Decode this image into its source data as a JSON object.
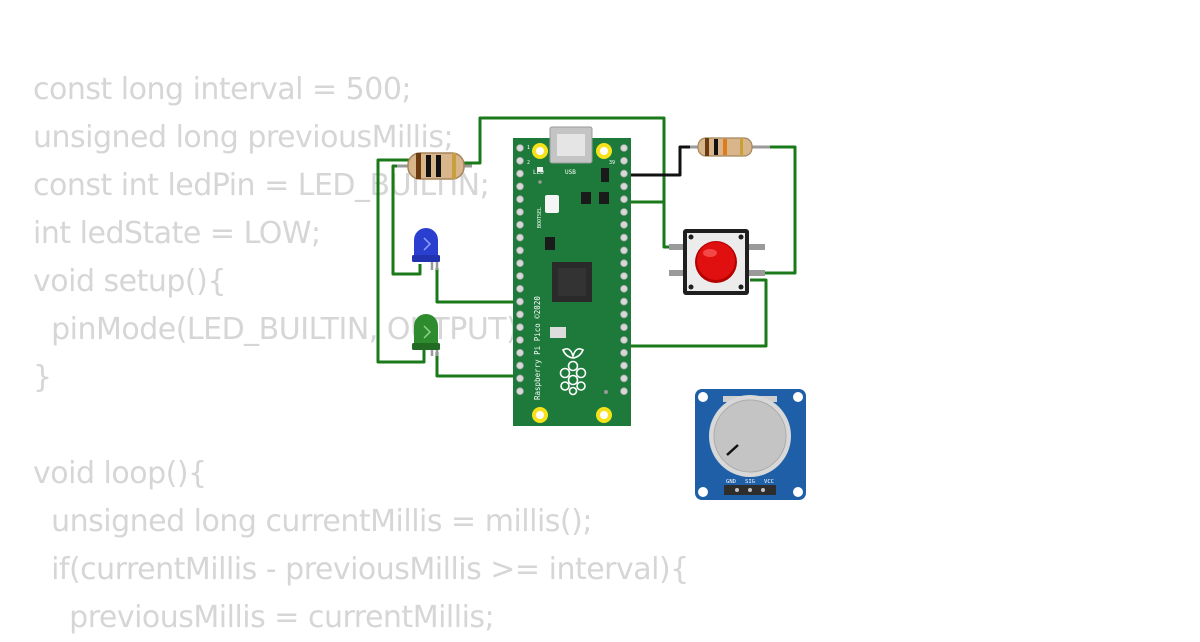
{
  "code": {
    "lines": [
      "const long interval = 500;",
      "unsigned long previousMillis;",
      "const int ledPin = LED_BUILTIN;",
      "int ledState = LOW;",
      "void setup(){",
      "  pinMode(LED_BUILTIN, OUTPUT);",
      "}",
      "",
      "void loop(){",
      "  unsigned long currentMillis = millis();",
      "  if(currentMillis - previousMillis >= interval){",
      "    previousMillis = currentMillis;"
    ]
  },
  "board": {
    "name": "Raspberry Pi Pico ©2020",
    "labels": {
      "led": "LED",
      "usb": "USB",
      "bootsel": "BOOTSEL",
      "pin_1": "1",
      "pin_2": "2",
      "pin_39": "39"
    }
  },
  "potentiometer": {
    "pins": {
      "gnd": "GND",
      "sig": "SIG",
      "vcc": "VCC"
    }
  },
  "colors": {
    "wire": "#1a7a1a",
    "board": "#1d7a3a",
    "pot_board": "#1f5fa8",
    "led_blue": "#2a3fd0",
    "led_green": "#2e8b2e",
    "button_cap": "#e01010",
    "code_text": "#d6d6d6"
  }
}
